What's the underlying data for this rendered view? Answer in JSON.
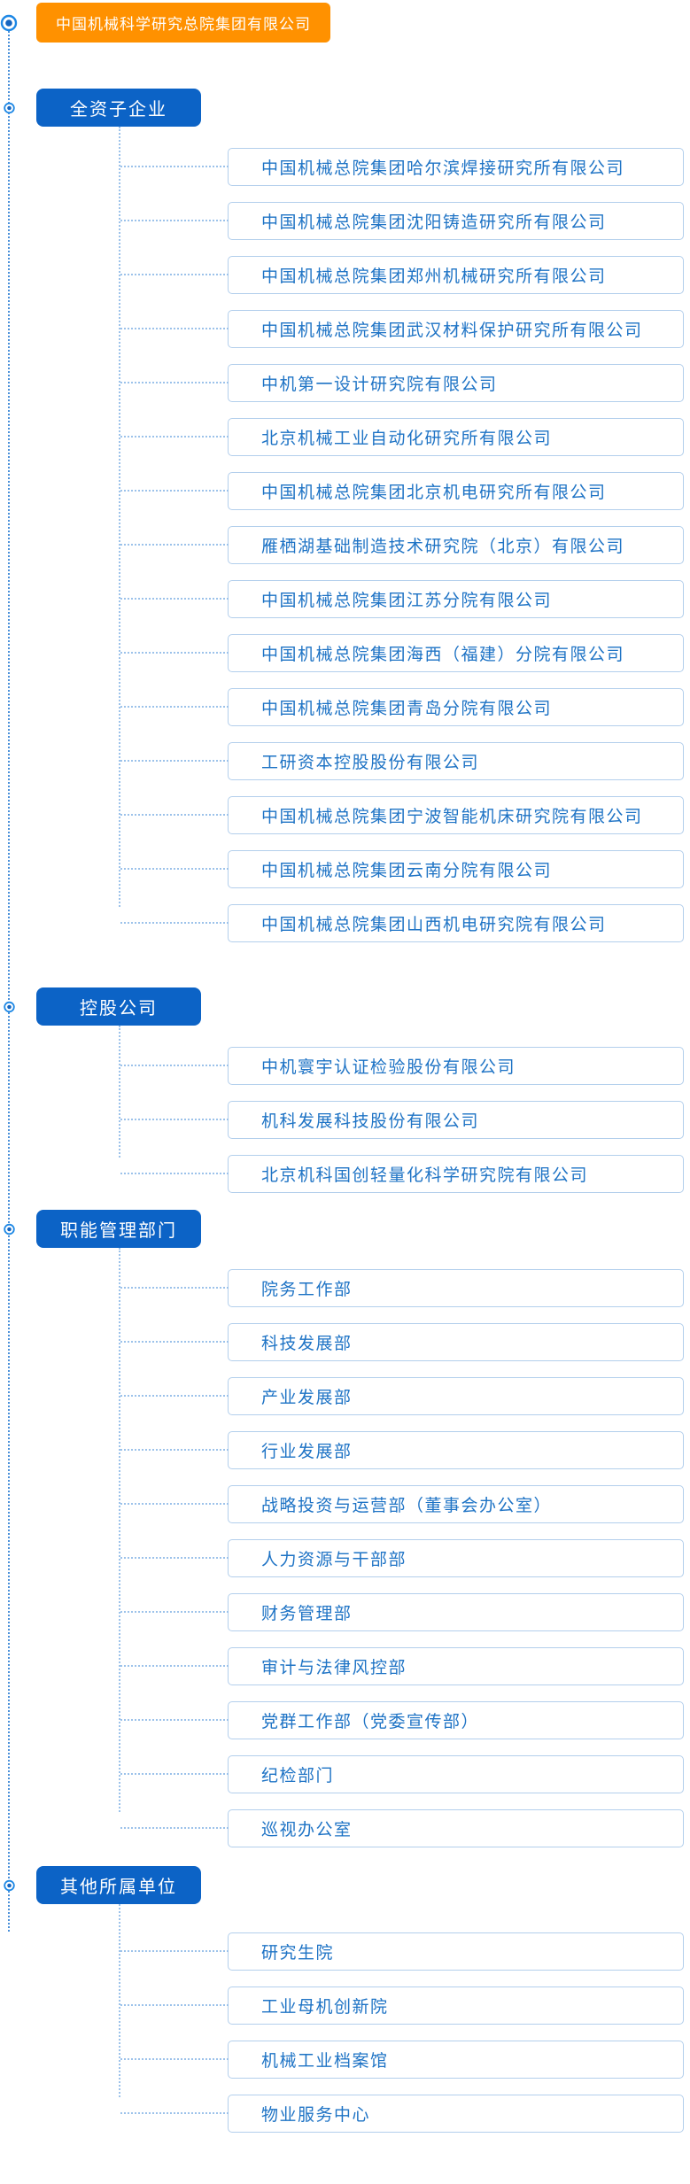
{
  "root": {
    "label": "中国机械科学研究总院集团有限公司"
  },
  "sections": [
    {
      "label": "全资子企业",
      "items": [
        "中国机械总院集团哈尔滨焊接研究所有限公司",
        "中国机械总院集团沈阳铸造研究所有限公司",
        "中国机械总院集团郑州机械研究所有限公司",
        "中国机械总院集团武汉材料保护研究所有限公司",
        "中机第一设计研究院有限公司",
        "北京机械工业自动化研究所有限公司",
        "中国机械总院集团北京机电研究所有限公司",
        "雁栖湖基础制造技术研究院（北京）有限公司",
        "中国机械总院集团江苏分院有限公司",
        "中国机械总院集团海西（福建）分院有限公司",
        "中国机械总院集团青岛分院有限公司",
        "工研资本控股股份有限公司",
        "中国机械总院集团宁波智能机床研究院有限公司",
        "中国机械总院集团云南分院有限公司",
        "中国机械总院集团山西机电研究院有限公司"
      ]
    },
    {
      "label": "控股公司",
      "items": [
        "中机寰宇认证检验股份有限公司",
        "机科发展科技股份有限公司",
        "北京机科国创轻量化科学研究院有限公司"
      ]
    },
    {
      "label": "职能管理部门",
      "items": [
        "院务工作部",
        "科技发展部",
        "产业发展部",
        "行业发展部",
        "战略投资与运营部（董事会办公室）",
        "人力资源与干部部",
        "财务管理部",
        "审计与法律风控部",
        "党群工作部（党委宣传部）",
        "纪检部门",
        "巡视办公室"
      ]
    },
    {
      "label": "其他所属单位",
      "items": [
        "研究生院",
        "工业母机创新院",
        "机械工业档案馆",
        "物业服务中心"
      ]
    }
  ],
  "colors": {
    "root_bg": "#FF9100",
    "root_text": "#FFFFFF",
    "section_bg": "#0C63C6",
    "section_text": "#FFFFFF",
    "item_text": "#1E73C5",
    "item_border": "#B3CFEC",
    "item_bg": "#FFFFFF",
    "connector_dot": "#9CC2EA",
    "rail_dot": "#4A90D9",
    "bullet_ring": "#1E88E5",
    "bullet_core": "#1565C0"
  }
}
